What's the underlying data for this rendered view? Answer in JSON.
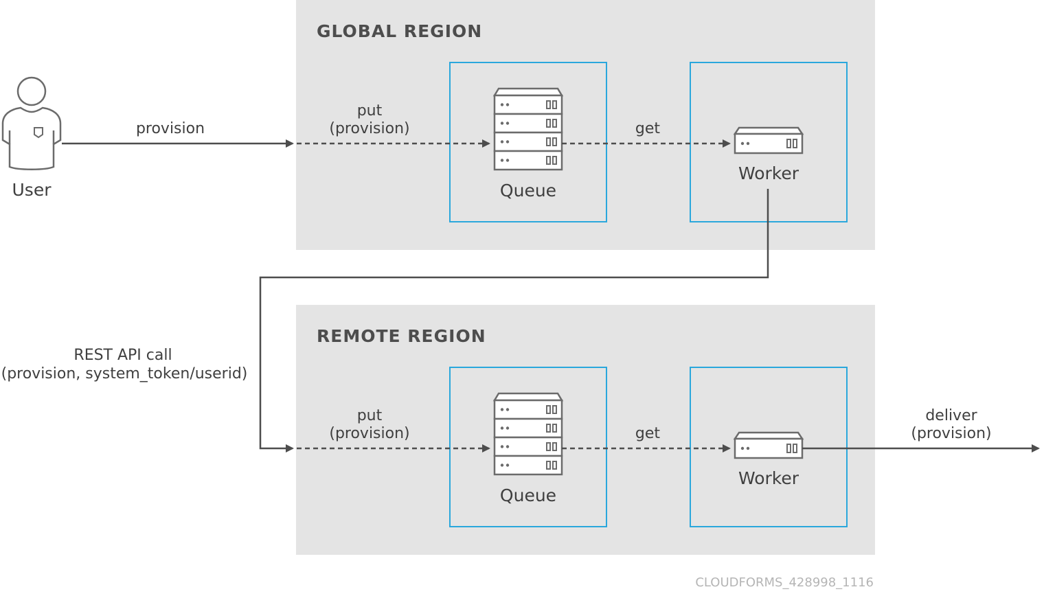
{
  "regions": {
    "global": {
      "title": "GLOBAL REGION"
    },
    "remote": {
      "title": "REMOTE REGION"
    }
  },
  "user": {
    "label": "User"
  },
  "edges": {
    "user_provision": "provision",
    "global_put_line1": "put",
    "global_put_line2": "(provision)",
    "global_get": "get",
    "rest_line1": "REST API call",
    "rest_line2": "(provision, system_token/userid)",
    "remote_put_line1": "put",
    "remote_put_line2": "(provision)",
    "remote_get": "get",
    "deliver_line1": "deliver",
    "deliver_line2": "(provision)"
  },
  "nodes": {
    "global_queue": "Queue",
    "global_worker": "Worker",
    "remote_queue": "Queue",
    "remote_worker": "Worker"
  },
  "footer": {
    "id": "CLOUDFORMS_428998_1116"
  },
  "colors": {
    "region_bg": "#e4e4e4",
    "box_border": "#2aa7dc",
    "line": "#4d4d4d",
    "icon": "#6b6b6b"
  }
}
